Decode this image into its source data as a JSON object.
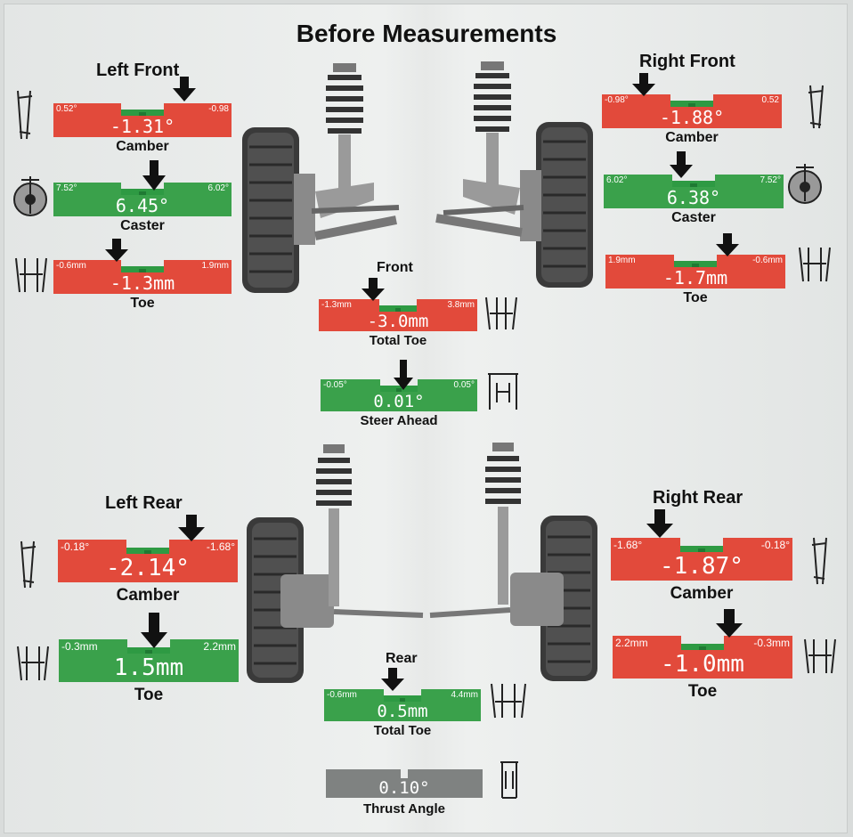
{
  "title": "Before Measurements",
  "sections": {
    "left_front": "Left Front",
    "right_front": "Right Front",
    "front": "Front",
    "left_rear": "Left Rear",
    "right_rear": "Right Rear",
    "rear": "Rear"
  },
  "gauges": {
    "lf_camber": {
      "min": "0.52°",
      "max": "-0.98",
      "value": "-1.31°",
      "label": "Camber",
      "status": "red"
    },
    "lf_caster": {
      "min": "7.52°",
      "max": "6.02°",
      "value": "6.45°",
      "label": "Caster",
      "status": "green"
    },
    "lf_toe": {
      "min": "-0.6mm",
      "max": "1.9mm",
      "value": "-1.3mm",
      "label": "Toe",
      "status": "red"
    },
    "rf_camber": {
      "min": "-0.98°",
      "max": "0.52",
      "value": "-1.88°",
      "label": "Camber",
      "status": "red"
    },
    "rf_caster": {
      "min": "6.02°",
      "max": "7.52°",
      "value": "6.38°",
      "label": "Caster",
      "status": "green"
    },
    "rf_toe": {
      "min": "1.9mm",
      "max": "-0.6mm",
      "value": "-1.7mm",
      "label": "Toe",
      "status": "red"
    },
    "front_total_toe": {
      "min": "-1.3mm",
      "max": "3.8mm",
      "value": "-3.0mm",
      "label": "Total Toe",
      "status": "red"
    },
    "steer_ahead": {
      "min": "-0.05°",
      "max": "0.05°",
      "value": "0.01°",
      "label": "Steer Ahead",
      "status": "green"
    },
    "lr_camber": {
      "min": "-0.18°",
      "max": "-1.68°",
      "value": "-2.14°",
      "label": "Camber",
      "status": "red"
    },
    "lr_toe": {
      "min": "-0.3mm",
      "max": "2.2mm",
      "value": "1.5mm",
      "label": "Toe",
      "status": "green"
    },
    "rr_camber": {
      "min": "-1.68°",
      "max": "-0.18°",
      "value": "-1.87°",
      "label": "Camber",
      "status": "red"
    },
    "rr_toe": {
      "min": "2.2mm",
      "max": "-0.3mm",
      "value": "-1.0mm",
      "label": "Toe",
      "status": "red"
    },
    "rear_total_toe": {
      "min": "-0.6mm",
      "max": "4.4mm",
      "value": "0.5mm",
      "label": "Total Toe",
      "status": "green"
    },
    "thrust_angle": {
      "min": "",
      "max": "",
      "value": "0.10°",
      "label": "Thrust Angle",
      "status": "grey"
    }
  },
  "colors": {
    "out_of_spec": "#e24a3b",
    "in_spec": "#3aa14b",
    "neutral": "#7f8281"
  }
}
